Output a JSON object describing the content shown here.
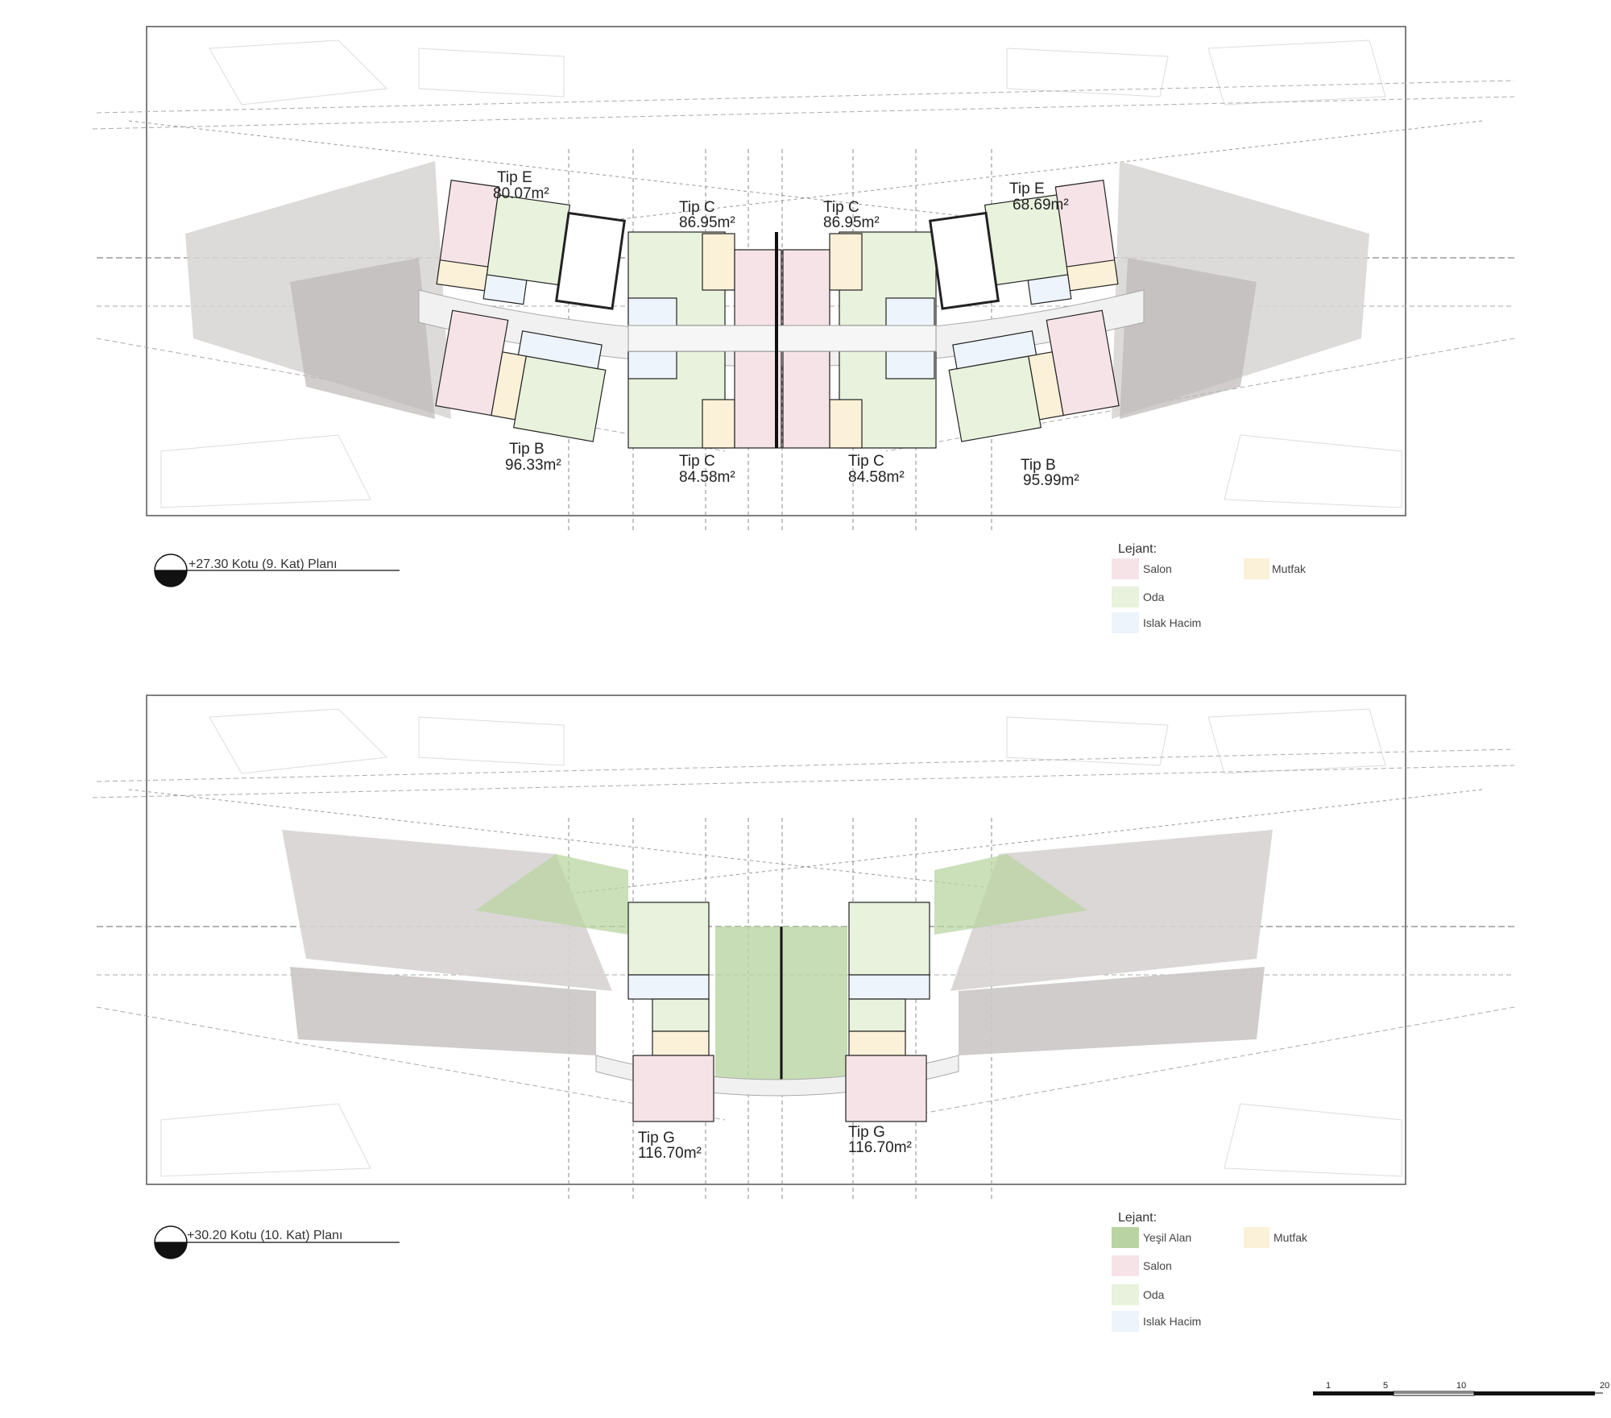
{
  "plans": [
    {
      "title": "+27.30 Kotu (9. Kat) Planı",
      "units": [
        {
          "type": "Tip E",
          "area": "80.07m²"
        },
        {
          "type": "Tip C",
          "area": "86.95m²"
        },
        {
          "type": "Tip C",
          "area": "86.95m²"
        },
        {
          "type": "Tip E",
          "area": "68.69m²"
        },
        {
          "type": "Tip B",
          "area": "96.33m²"
        },
        {
          "type": "Tip C",
          "area": "84.58m²"
        },
        {
          "type": "Tip C",
          "area": "84.58m²"
        },
        {
          "type": "Tip B",
          "area": "95.99m²"
        }
      ],
      "legend": {
        "title": "Lejant:",
        "items": [
          {
            "label": "Salon",
            "color": "#f6e3e8"
          },
          {
            "label": "Mutfak",
            "color": "#fbf0d8"
          },
          {
            "label": "Oda",
            "color": "#e8f2dc"
          },
          {
            "label": "Islak Hacim",
            "color": "#eef4fb"
          }
        ]
      }
    },
    {
      "title": "+30.20 Kotu (10. Kat) Planı",
      "units": [
        {
          "type": "Tip G",
          "area": "116.70m²"
        },
        {
          "type": "Tip G",
          "area": "116.70m²"
        }
      ],
      "legend": {
        "title": "Lejant:",
        "items": [
          {
            "label": "Yeşil Alan",
            "color": "#b9d4a2"
          },
          {
            "label": "Mutfak",
            "color": "#fbf0d8"
          },
          {
            "label": "Salon",
            "color": "#f6e3e8"
          },
          {
            "label": "Oda",
            "color": "#e8f2dc"
          },
          {
            "label": "Islak Hacim",
            "color": "#eef4fb"
          }
        ]
      }
    }
  ],
  "scale_bar": {
    "ticks": [
      "1",
      "5",
      "10",
      "20"
    ]
  }
}
